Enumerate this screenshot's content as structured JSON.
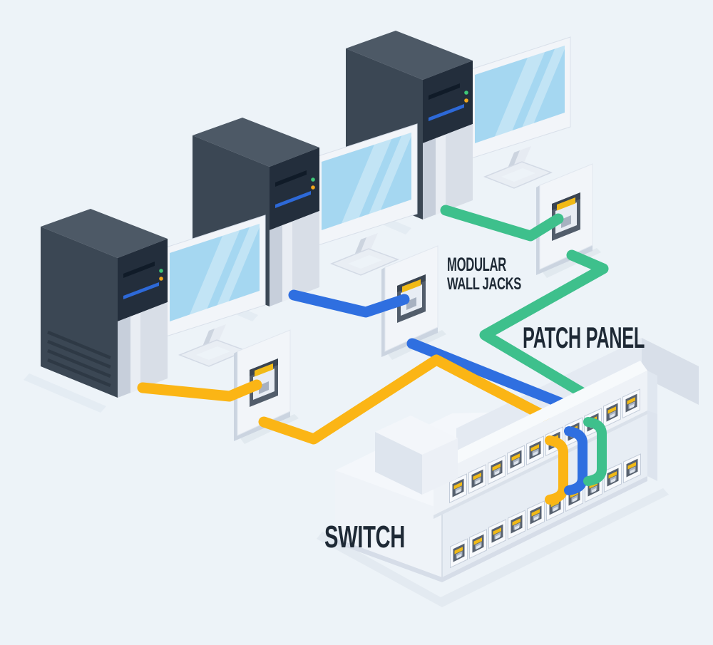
{
  "labels": {
    "wall_jacks_line1": "MODULAR",
    "wall_jacks_line2": "WALL JACKS",
    "patch_panel": "PATCH PANEL",
    "switch": "SWITCH"
  },
  "colors": {
    "background": "#edf3f8",
    "cable_yellow": "#fbb515",
    "cable_blue": "#2f6fe0",
    "cable_green": "#3ec08c",
    "label_text": "#1e2935",
    "tower_body": "#3b4754",
    "tower_front_panel": "#232e3c",
    "chassis_light": "#eef2f7",
    "monitor_screen": "#a5d7f1",
    "port_contacts_gold": "#f1ba17"
  },
  "components": {
    "computers": [
      {
        "id": "computer-1",
        "parts": [
          "tower",
          "monitor"
        ]
      },
      {
        "id": "computer-2",
        "parts": [
          "tower",
          "monitor"
        ]
      },
      {
        "id": "computer-3",
        "parts": [
          "tower",
          "monitor"
        ]
      }
    ],
    "wall_jacks": [
      {
        "id": "wall-jack-1",
        "connected_cable": "yellow"
      },
      {
        "id": "wall-jack-2",
        "connected_cable": "blue"
      },
      {
        "id": "wall-jack-3",
        "connected_cable": "green"
      }
    ],
    "cables": [
      {
        "color": "yellow",
        "route": [
          "computer-1",
          "wall-jack-1",
          "patch-panel",
          "switch"
        ]
      },
      {
        "color": "blue",
        "route": [
          "computer-2",
          "wall-jack-2",
          "patch-panel",
          "switch"
        ]
      },
      {
        "color": "green",
        "route": [
          "computer-3",
          "wall-jack-3",
          "patch-panel",
          "switch"
        ]
      }
    ],
    "patch_panel": {
      "visible_ports": 10
    },
    "switch": {
      "visible_ports": 10
    }
  }
}
